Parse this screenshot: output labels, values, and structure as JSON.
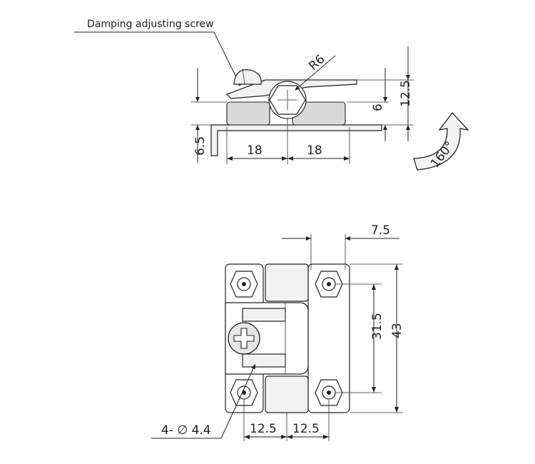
{
  "labels": {
    "screw_callout": "Damping adjusting screw",
    "hole_spec": "4- ∅ 4.4"
  },
  "side_view": {
    "radius": "R6",
    "height_total": "12.5",
    "height_hinge": "6",
    "leg_height": "6.5",
    "width_left": "18",
    "width_right": "18",
    "rotation": "160°"
  },
  "front_view": {
    "hole_offset": "7.5",
    "hole_spacing_vertical": "31.5",
    "height_total": "43",
    "pitch_left": "12.5",
    "pitch_right": "12.5"
  },
  "icons": [
    "hex-nut-icon",
    "phillips-screw-icon",
    "rotation-arrow-icon"
  ]
}
